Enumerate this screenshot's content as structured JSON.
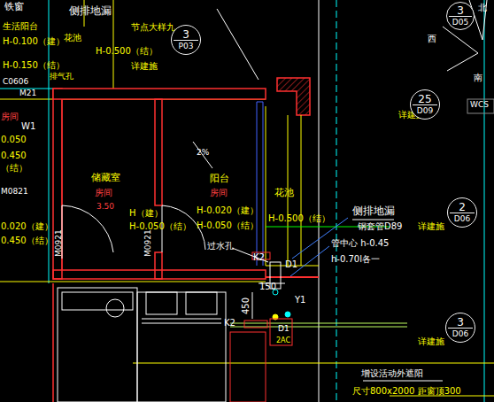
{
  "diagram": {
    "nodes": [
      {
        "text": [
          "3",
          "P03"
        ]
      },
      {
        "text": [
          "3",
          "D05"
        ]
      },
      {
        "text": [
          "25",
          "D09"
        ]
      },
      {
        "text": [
          "2",
          "D06"
        ]
      },
      {
        "text": [
          "3",
          "D06"
        ]
      }
    ],
    "labels": [
      "铁窗",
      "侧排地漏",
      "节点大样九",
      "生活阳台",
      "花池",
      "H-0.100（建）",
      "H-0.500（结）",
      "H-0.150（结）",
      "排气孔",
      "详建施",
      "C0606",
      "M21",
      "房间",
      "W1",
      "0.050",
      "0.450",
      "（结）",
      "M0821",
      "0.020（建）",
      "0.450（结）",
      "储藏室",
      "房间",
      "3.50",
      "M0921",
      "H（建）",
      "H-0.050（结）",
      "M0921",
      "2%",
      "阳台",
      "房间",
      "H-0.020（建）",
      "H-0.050（结）",
      "花池",
      "H-0.500（结）",
      "侧排地漏",
      "钢套管D89",
      "管中心 h-0.45",
      "h-0.70l各一",
      "过水孔",
      "K2",
      "D1",
      "150",
      "450",
      "Y1",
      "K2",
      "D1",
      "2AC",
      "详建施",
      "详建施",
      "详建施",
      "增设活动外遮阳",
      "尺寸800x2000  距窗顶300",
      "西",
      "北",
      "南",
      "WCS"
    ]
  }
}
